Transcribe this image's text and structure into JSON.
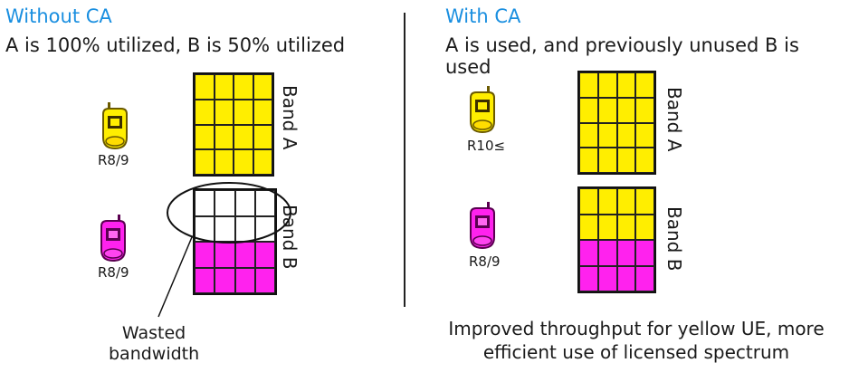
{
  "left": {
    "title": "Without CA",
    "subtitle": "A is 100% utilized, B is 50% utilized",
    "phone_yellow_label": "R8/9",
    "phone_magenta_label": "R8/9",
    "band_a_label": "Band A",
    "band_b_label": "Band B",
    "wasted_label": "Wasted\nbandwidth"
  },
  "right": {
    "title": "With CA",
    "subtitle": "A is used, and previously unused B is used",
    "phone_yellow_label": "R10≤",
    "phone_magenta_label": "R8/9",
    "band_a_label": "Band A",
    "band_b_label": "Band B",
    "footer": "Improved throughput for yellow UE, more efficient use of licensed spectrum"
  },
  "colors": {
    "title": "#1a8fe0",
    "yellow": "#ffee00",
    "magenta": "#ff22ee",
    "white": "#ffffff"
  },
  "grids": {
    "left_band_a": [
      "y",
      "y",
      "y",
      "y",
      "y",
      "y",
      "y",
      "y",
      "y",
      "y",
      "y",
      "y",
      "y",
      "y",
      "y",
      "y"
    ],
    "left_band_b": [
      "w",
      "w",
      "w",
      "w",
      "w",
      "w",
      "w",
      "w",
      "m",
      "m",
      "m",
      "m",
      "m",
      "m",
      "m",
      "m"
    ],
    "right_band_a": [
      "y",
      "y",
      "y",
      "y",
      "y",
      "y",
      "y",
      "y",
      "y",
      "y",
      "y",
      "y",
      "y",
      "y",
      "y",
      "y"
    ],
    "right_band_b": [
      "y",
      "y",
      "y",
      "y",
      "y",
      "y",
      "y",
      "y",
      "m",
      "m",
      "m",
      "m",
      "m",
      "m",
      "m",
      "m"
    ]
  }
}
